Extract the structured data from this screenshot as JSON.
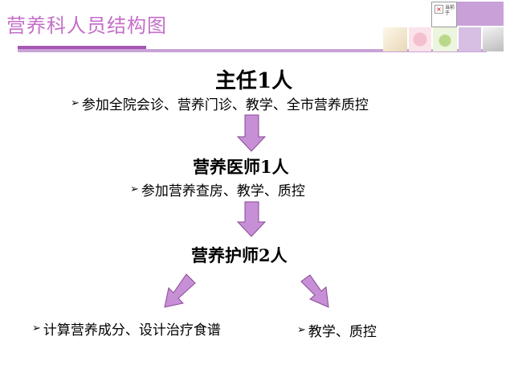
{
  "slide": {
    "title": "营养科人员结构图"
  },
  "header_image": {
    "logo_text": "当前\n于"
  },
  "chart": {
    "director": {
      "label": "主任1人",
      "duty": "参加全院会诊、营养门诊、教学、全市营养质控"
    },
    "doctor": {
      "label": "营养医师1人",
      "duty": "参加营养查房、教学、质控"
    },
    "nurse": {
      "label": "营养护师2人",
      "duties": [
        "计算营养成分、设计治疗食谱",
        "教学、质控"
      ]
    }
  },
  "colors": {
    "title": "#c46fc8",
    "arrow_fill": "#c78fd6",
    "arrow_stroke": "#8a4a95"
  }
}
